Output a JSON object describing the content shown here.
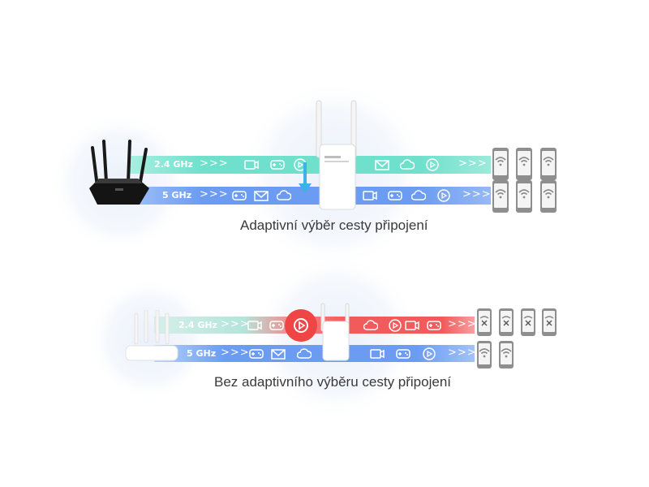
{
  "diagram": {
    "top": {
      "caption": "Adaptivní výběr cesty připojení",
      "band_24": "2.4 GHz",
      "band_5": "5 GHz",
      "chevrons": ">>>",
      "colors": {
        "band_24": "#6fe0cc",
        "band_5": "#6b9cf2",
        "arrow": "#3fb0e8"
      }
    },
    "bottom": {
      "caption": "Bez adaptivního výběru cesty připojení",
      "band_24": "2.4 GHz",
      "band_5": "5 GHz",
      "chevrons": ">>>",
      "colors": {
        "band_24": "#f25b5b",
        "band_5": "#6b9cf2",
        "alert": "#f04545"
      }
    }
  }
}
